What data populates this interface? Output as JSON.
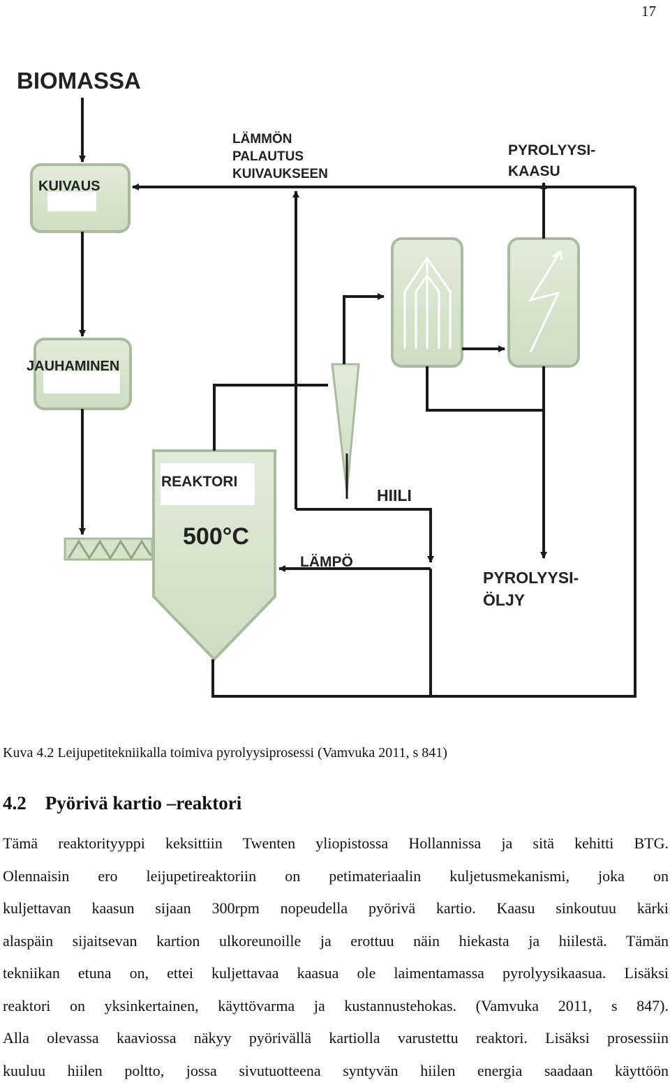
{
  "page_number": "17",
  "diagram": {
    "labels": {
      "biomass": "BIOMASSA",
      "drying": "KUIVAUS",
      "heat_return_line1": "LÄMMÖN",
      "heat_return_line2": "PALAUTUS",
      "heat_return_line3": "KUIVAUKSEEN",
      "pyrolysis_gas_line1": "PYROLYYSI-",
      "pyrolysis_gas_line2": "KAASU",
      "grinding": "JAUHAMINEN",
      "reactor": "REAKTORI",
      "temperature": "500°C",
      "char": "HIILI",
      "heat": "LÄMPÖ",
      "pyrolysis_oil_line1": "PYROLYYSI-",
      "pyrolysis_oil_line2": "ÖLJY"
    },
    "colors": {
      "box_fill": "#d6e3cc",
      "box_stroke": "#9fb295",
      "line": "#1a1a1a"
    }
  },
  "caption": "Kuva 4.2 Leijupetitekniikalla toimiva pyrolyysiprosessi (Vamvuka 2011, s 841)",
  "section": {
    "number": "4.2",
    "title": "Pyörivä kartio –reaktori"
  },
  "paragraph_lines": [
    "Tämä reaktorityyppi keksittiin Twenten yliopistossa Hollannissa ja sitä kehitti BTG.",
    "Olennaisin ero leijupetireaktoriin on petimateriaalin kuljetusmekanismi, joka on",
    "kuljettavan kaasun sijaan 300rpm nopeudella pyörivä kartio. Kaasu sinkoutuu kärki",
    "alaspäin sijaitsevan kartion ulkoreunoille ja erottuu näin hiekasta ja hiilestä. Tämän",
    "tekniikan etuna on, ettei kuljettavaa kaasua ole laimentamassa pyrolyysikaasua. Lisäksi",
    "reaktori on yksinkertainen, käyttövarma ja kustannustehokas. (Vamvuka 2011, s 847).",
    "Alla olevassa kaaviossa näkyy pyörivällä kartiolla varustettu reaktori. Lisäksi prosessiin",
    "kuuluu hiilen poltto, jossa sivutuotteena syntyvän hiilen energia saadaan käyttöön"
  ]
}
